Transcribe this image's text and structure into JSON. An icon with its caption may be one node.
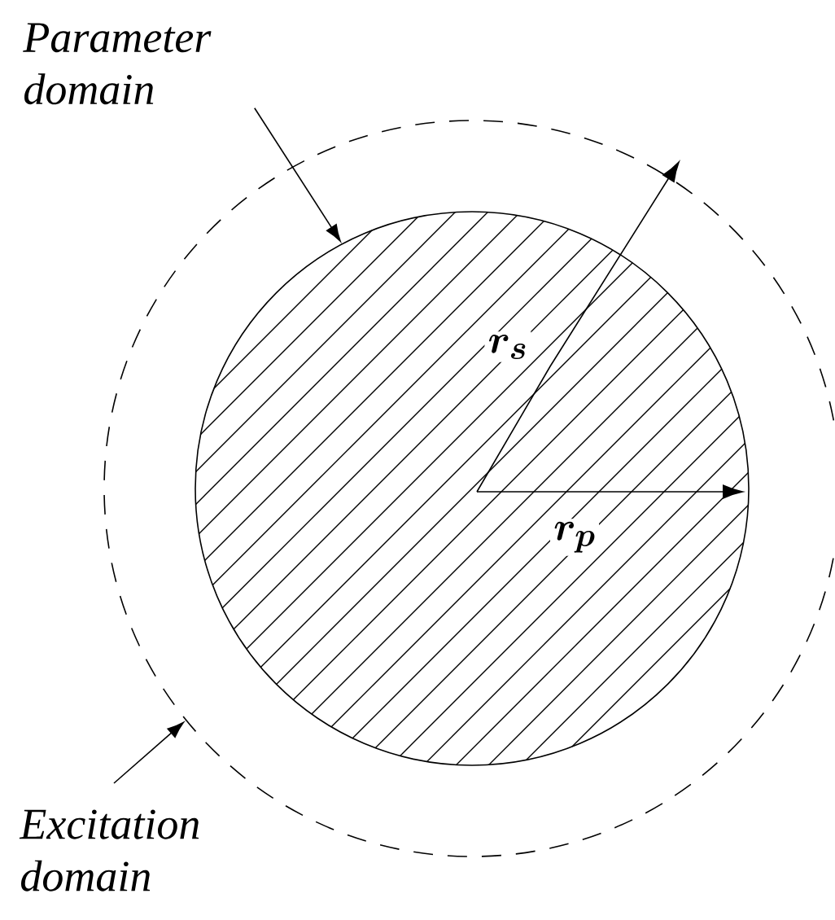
{
  "diagram": {
    "nodes": [
      {
        "text": [
          "*Parameter domain*"
        ]
      },
      {
        "text": [],
        "shape": "circle"
      },
      {
        "text": [],
        "shape": "circle",
        "in": 1
      },
      {
        "text": [
          "*Excitation domain*"
        ]
      }
    ],
    "edges": [
      {
        "from": 0,
        "to": 2,
        "arrow": "to"
      },
      {
        "from": 3,
        "to": 1,
        "arrow": "to"
      }
    ],
    "labels": [
      "\\boldsymbol{r_s}",
      "\\boldsymbol{r_p}"
    ]
  }
}
